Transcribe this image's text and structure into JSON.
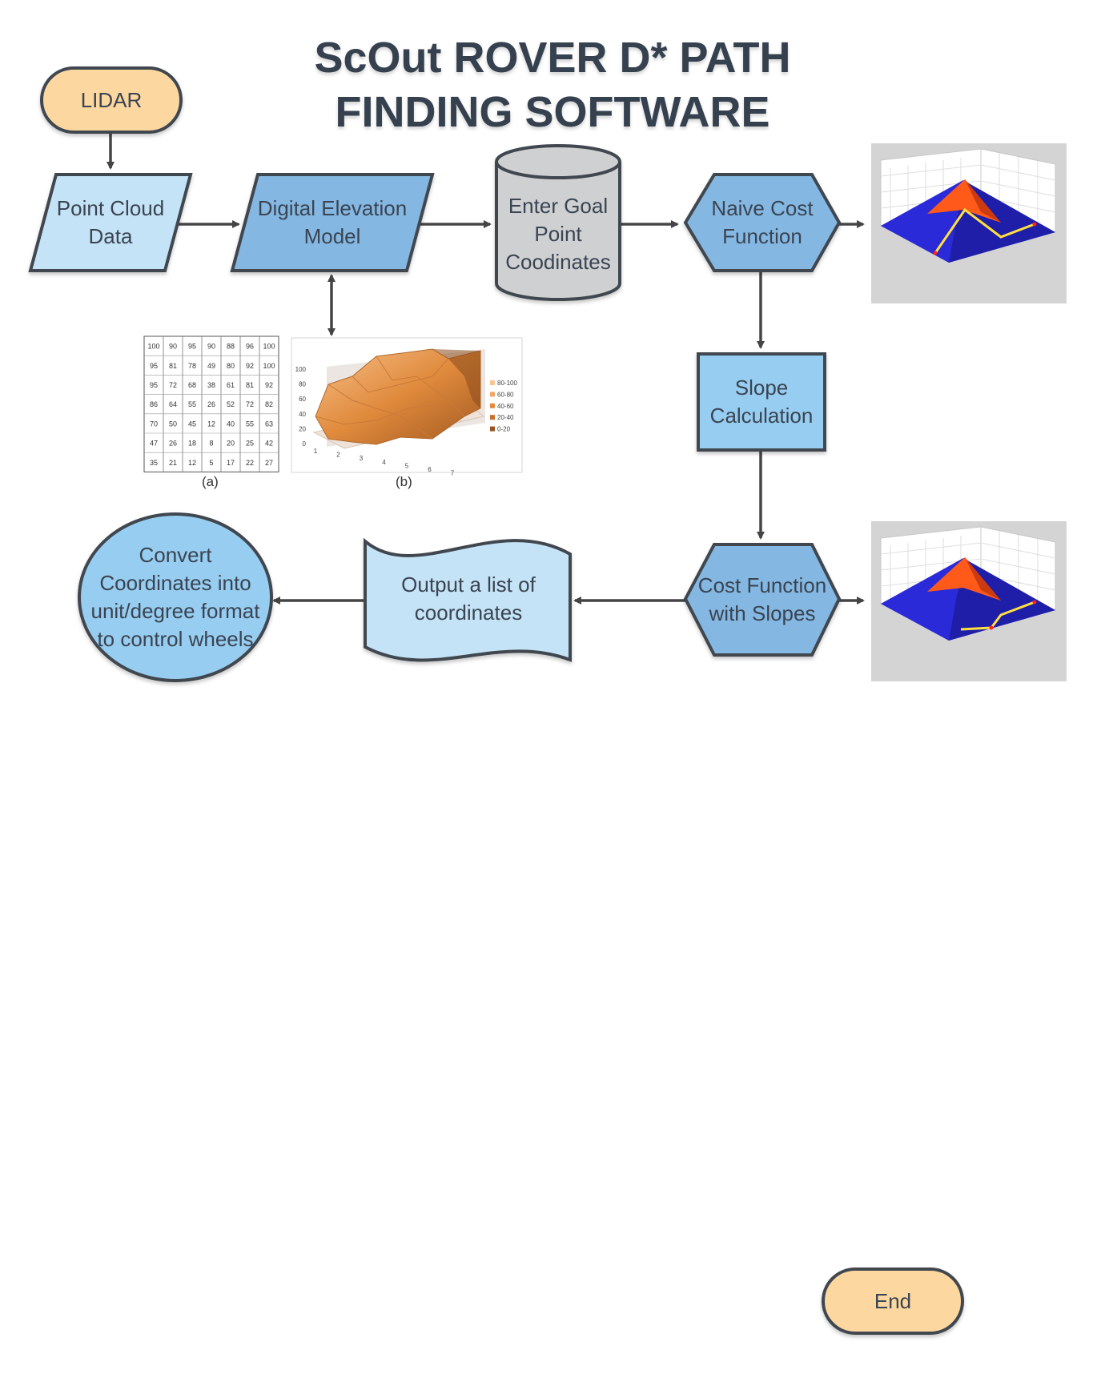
{
  "title": {
    "line1": "ScOut ROVER D* PATH",
    "line2": "FINDING SOFTWARE"
  },
  "nodes": {
    "lidar": "LIDAR",
    "point_cloud": [
      "Point Cloud",
      "Data"
    ],
    "dem": [
      "Digital Elevation",
      "Model"
    ],
    "goal": [
      "Enter Goal",
      "Point",
      "Coodinates"
    ],
    "naive_cost": [
      "Naive Cost",
      "Function"
    ],
    "slope": [
      "Slope",
      "Calculation"
    ],
    "cost_slopes": [
      "Cost Function",
      "with Slopes"
    ],
    "output": [
      "Output a list of",
      "coordinates"
    ],
    "convert": [
      "Convert",
      "Coordinates into",
      "unit/degree format",
      "to control wheels"
    ],
    "end": "End"
  },
  "figures": {
    "grid_caption": "(a)",
    "surface_caption": "(b)",
    "elevation_grid": [
      [
        100,
        90,
        95,
        90,
        88,
        96,
        100
      ],
      [
        95,
        81,
        78,
        49,
        80,
        92,
        100
      ],
      [
        95,
        72,
        68,
        38,
        61,
        81,
        92
      ],
      [
        86,
        64,
        55,
        26,
        52,
        72,
        82
      ],
      [
        70,
        50,
        45,
        12,
        40,
        55,
        63
      ],
      [
        47,
        26,
        18,
        8,
        20,
        25,
        42
      ],
      [
        35,
        21,
        12,
        5,
        17,
        22,
        27
      ]
    ],
    "surface_yticks": [
      "100",
      "80",
      "60",
      "40",
      "20",
      "0"
    ],
    "surface_xticks": [
      "1",
      "2",
      "3",
      "4",
      "5",
      "6",
      "7"
    ],
    "surface_legend": [
      "80-100",
      "60-80",
      "40-60",
      "20-40",
      "0-20"
    ]
  },
  "colors": {
    "node_light": "#c5e3f6",
    "node_mid": "#84b8e2",
    "node_sky": "#97cdf0",
    "cylinder": "#cfd0d2",
    "terminal": "#fdd7a0",
    "stroke": "#3f4650",
    "arrow": "#454545"
  }
}
